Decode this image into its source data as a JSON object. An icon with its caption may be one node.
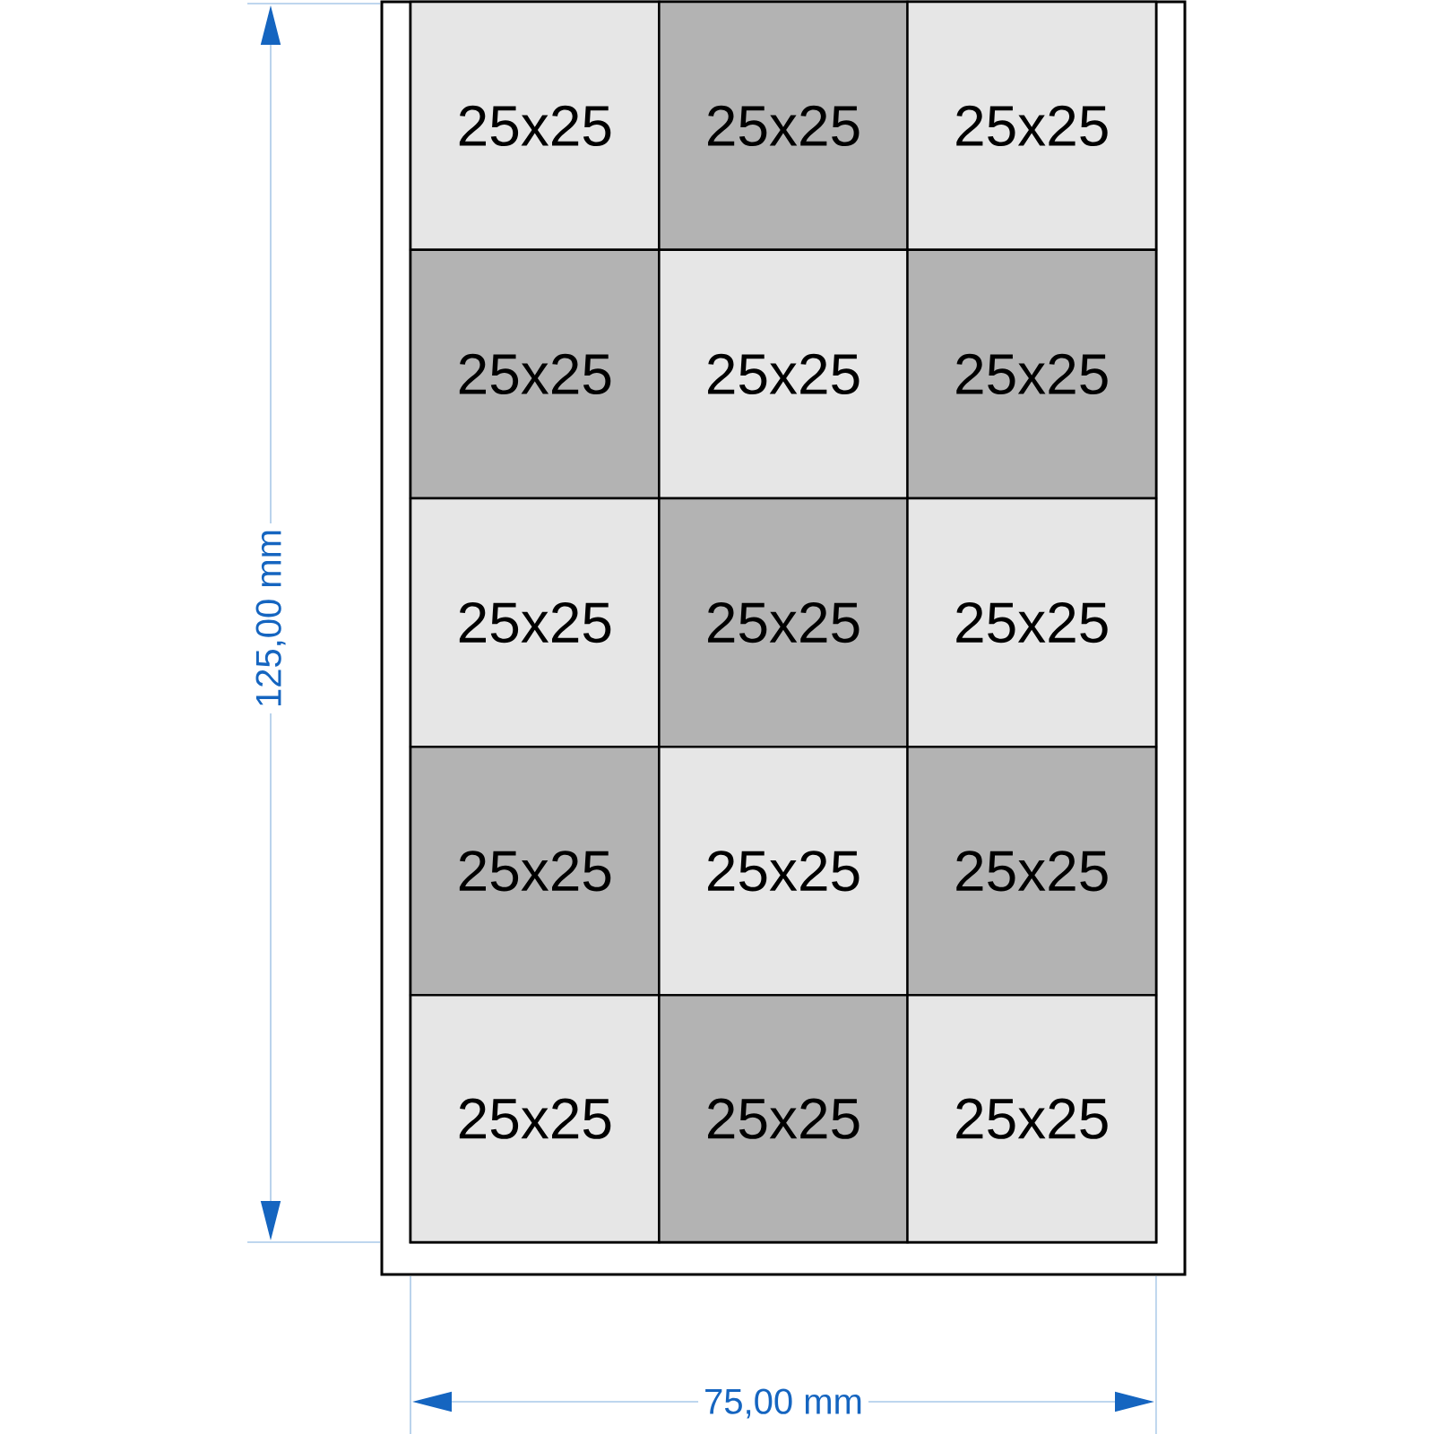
{
  "diagram": {
    "nodes": [
      {
        "text": [
          "25x25"
        ]
      },
      {
        "text": [
          "25x25"
        ]
      },
      {
        "text": [
          "25x25"
        ]
      },
      {
        "text": [
          "25x25"
        ]
      },
      {
        "text": [
          "25x25"
        ]
      },
      {
        "text": [
          "25x25"
        ]
      },
      {
        "text": [
          "25x25"
        ]
      },
      {
        "text": [
          "25x25"
        ]
      },
      {
        "text": [
          "25x25"
        ]
      },
      {
        "text": [
          "25x25"
        ]
      },
      {
        "text": [
          "25x25"
        ]
      },
      {
        "text": [
          "25x25"
        ]
      },
      {
        "text": [
          "25x25"
        ]
      },
      {
        "text": [
          "25x25"
        ]
      },
      {
        "text": [
          "25x25"
        ]
      }
    ],
    "labels": [
      "125,00 mm",
      "75,00 mm"
    ]
  }
}
